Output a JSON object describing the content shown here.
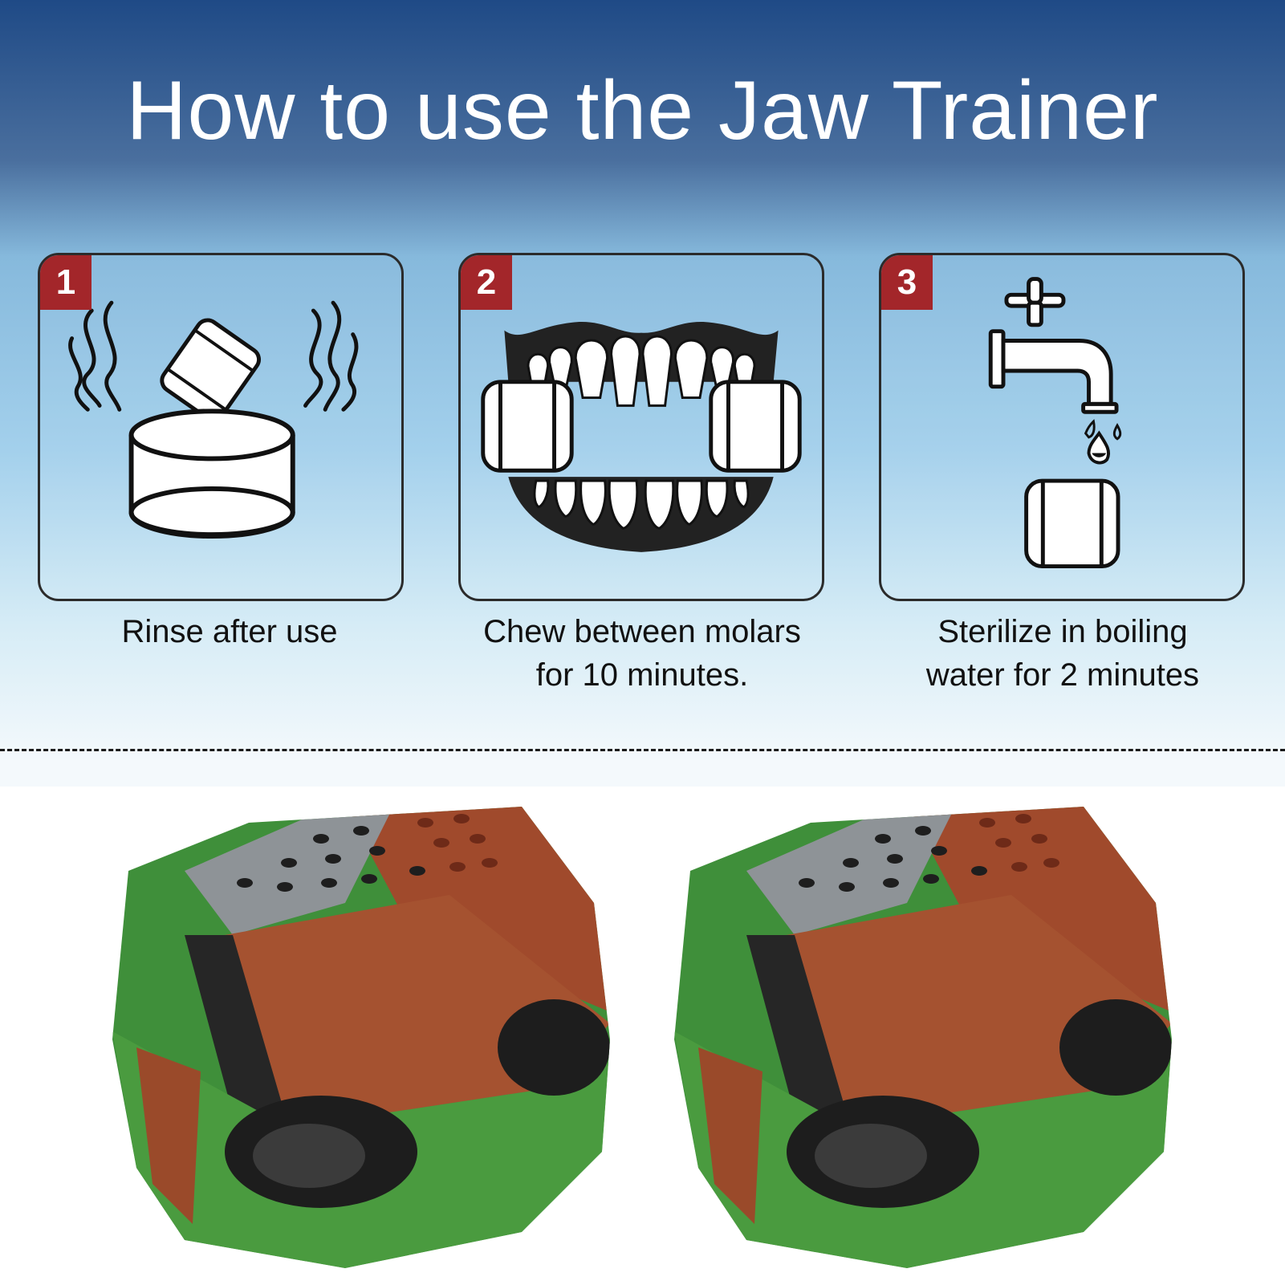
{
  "title": "How to use the Jaw Trainer",
  "steps": [
    {
      "number": "1",
      "caption_line1": "Rinse after use",
      "caption_line2": "",
      "icon": "rinse-icon"
    },
    {
      "number": "2",
      "caption_line1": "Chew between molars",
      "caption_line2": "for 10 minutes.",
      "icon": "teeth-icon"
    },
    {
      "number": "3",
      "caption_line1": "Sterilize in boiling",
      "caption_line2": "water for 2 minutes",
      "icon": "faucet-icon"
    }
  ],
  "colors": {
    "header_blue": "#1f4a86",
    "badge_red": "#a3262a",
    "product_green": "#3f8f3a",
    "product_brown": "#a04a2c",
    "product_black": "#1e1e1e"
  }
}
